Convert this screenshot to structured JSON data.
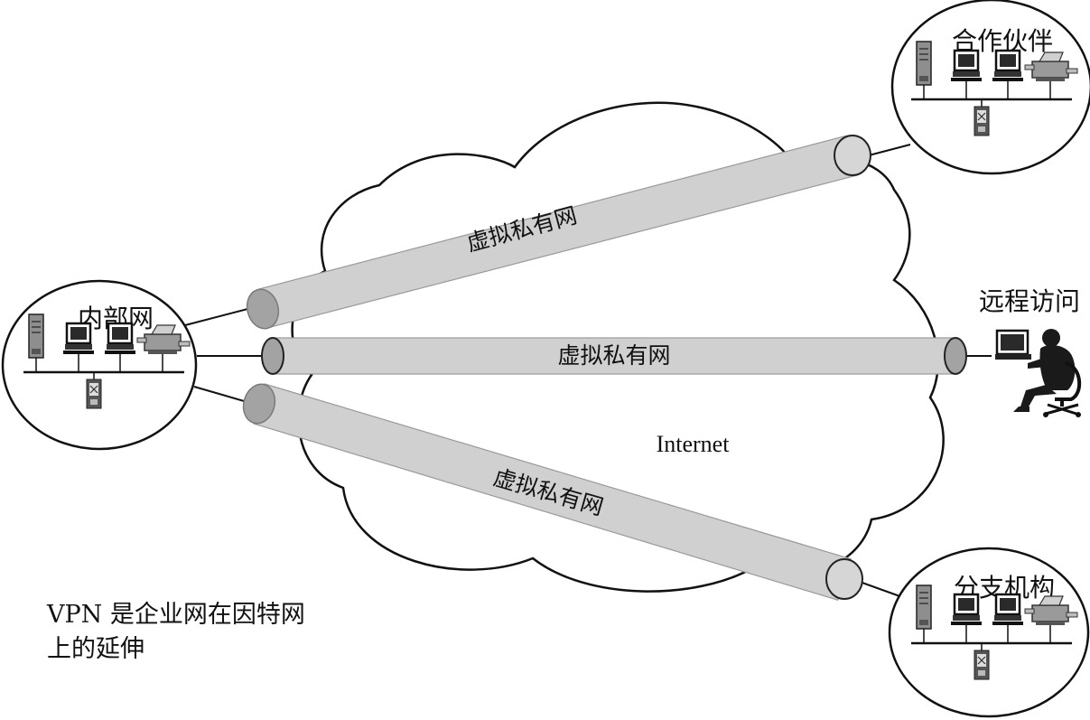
{
  "sites": {
    "internal": {
      "label": "内部网"
    },
    "partner": {
      "label": "合作伙伴"
    },
    "branch": {
      "label": "分支机构"
    },
    "remote": {
      "label": "远程访问"
    }
  },
  "cloud": {
    "label": "Internet"
  },
  "tunnels": [
    {
      "label": "虚拟私有网"
    },
    {
      "label": "虚拟私有网"
    },
    {
      "label": "虚拟私有网"
    }
  ],
  "caption": {
    "line1": "VPN 是企业网在因特网",
    "line2": "上的延伸"
  },
  "colors": {
    "tube": "#cfcfcf",
    "tube_cap": "#a3a3a3",
    "tube_cap_end": "#d4d4d4",
    "line": "#111111"
  },
  "icons": [
    "server-icon",
    "computer-icon",
    "printer-icon",
    "hub-icon",
    "remote-user-icon"
  ]
}
